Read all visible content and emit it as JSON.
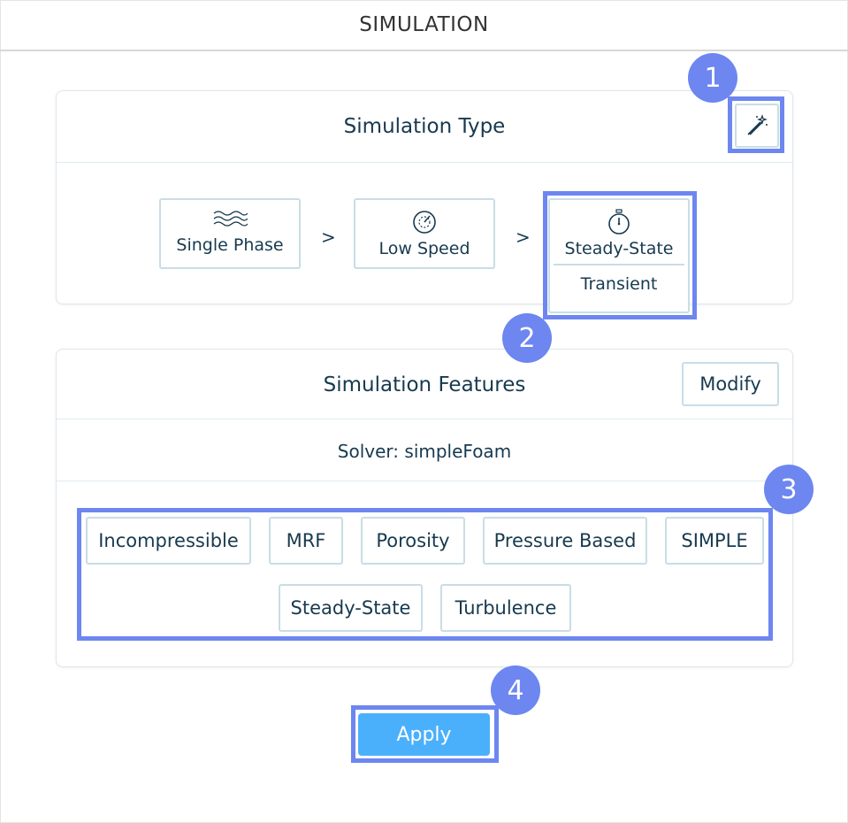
{
  "header": {
    "title": "SIMULATION"
  },
  "simulation_type": {
    "title": "Simulation Type",
    "wand_icon": "magic-wand-icon",
    "tiles": [
      {
        "label": "Single Phase",
        "icon": "waves-icon"
      },
      {
        "label": "Low Speed",
        "icon": "speedometer-icon"
      }
    ],
    "separator": ">",
    "time_tile": {
      "icon": "stopwatch-icon",
      "options": [
        "Steady-State",
        "Transient"
      ]
    }
  },
  "simulation_features": {
    "title": "Simulation Features",
    "modify_label": "Modify",
    "solver": "Solver: simpleFoam",
    "tags": [
      "Incompressible",
      "MRF",
      "Porosity",
      "Pressure Based",
      "SIMPLE",
      "Steady-State",
      "Turbulence"
    ]
  },
  "apply_label": "Apply",
  "callouts": [
    "1",
    "2",
    "3",
    "4"
  ],
  "colors": {
    "accent": "#6d86f0",
    "primary_button": "#4bb0fb",
    "text": "#173a4f",
    "border": "#c9dde6"
  }
}
